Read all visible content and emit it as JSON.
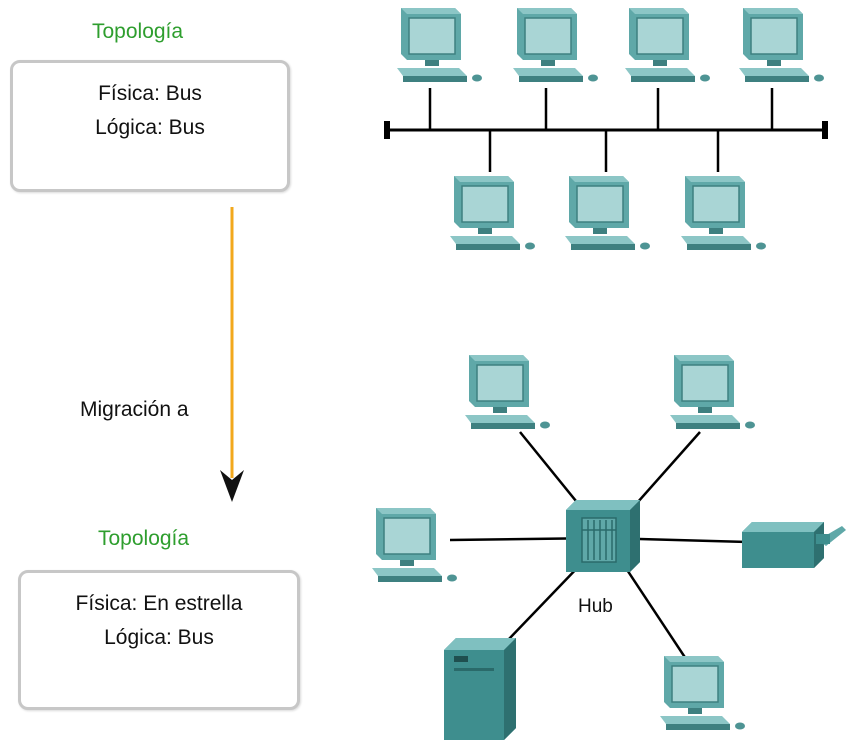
{
  "top": {
    "title": "Topología",
    "physical": "Física: Bus",
    "logical": "Lógica: Bus"
  },
  "migration_label": "Migración a",
  "bottom": {
    "title": "Topología",
    "physical": "Física: En estrella",
    "logical": "Lógica: Bus"
  },
  "hub_label": "Hub",
  "colors": {
    "title_green": "#2e9e2e",
    "arrow_orange": "#f2a81d",
    "device_teal": "#3e8e8e"
  },
  "icons": {
    "computer": "computer-icon",
    "server": "server-icon",
    "printer": "printer-icon",
    "hub": "hub-icon"
  }
}
